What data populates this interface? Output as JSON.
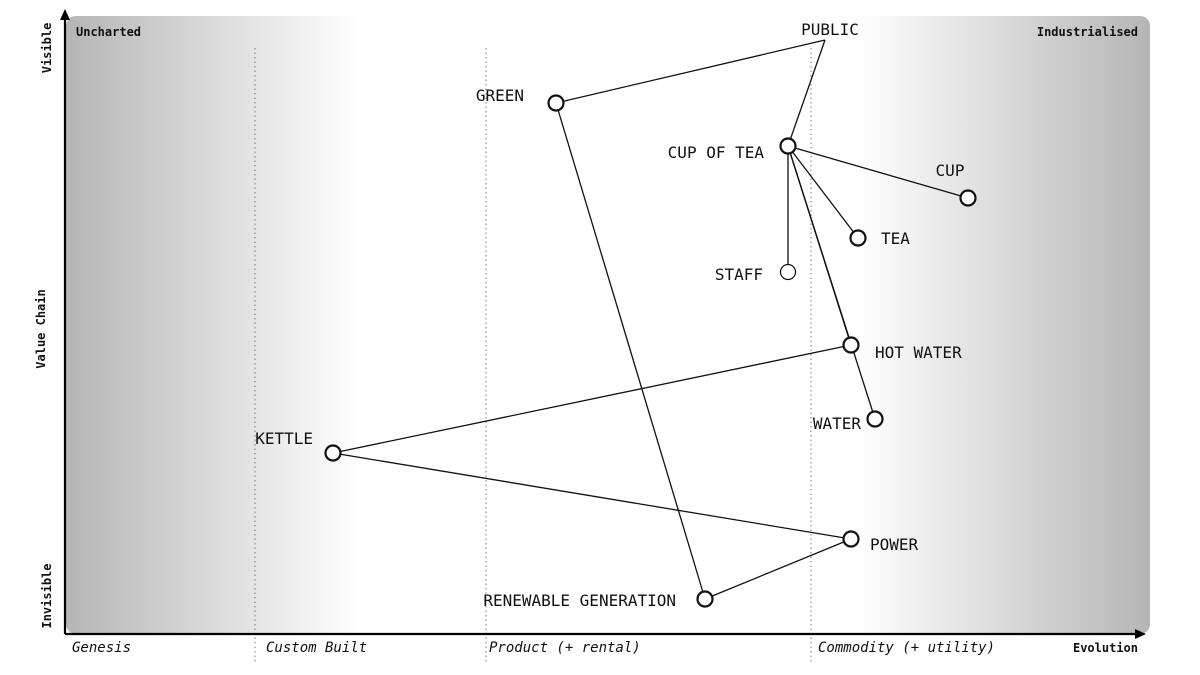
{
  "corners": {
    "top_left": "Uncharted",
    "top_right": "Industrialised"
  },
  "y_axis": {
    "label": "Value Chain",
    "top": "Visible",
    "bottom": "Invisible"
  },
  "x_axis": {
    "label": "Evolution",
    "stages": [
      "Genesis",
      "Custom Built",
      "Product (+ rental)",
      "Commodity (+ utility)"
    ]
  },
  "components": [
    {
      "id": "public",
      "label": "PUBLIC",
      "node": false
    },
    {
      "id": "green",
      "label": "GREEN",
      "node": true
    },
    {
      "id": "cup_of_tea",
      "label": "CUP OF TEA",
      "node": true
    },
    {
      "id": "cup",
      "label": "CUP",
      "node": true
    },
    {
      "id": "tea",
      "label": "TEA",
      "node": true
    },
    {
      "id": "staff",
      "label": "STAFF",
      "node": true,
      "style": "thin"
    },
    {
      "id": "hot_water",
      "label": "HOT WATER",
      "node": true
    },
    {
      "id": "water",
      "label": "WATER",
      "node": true
    },
    {
      "id": "kettle",
      "label": "KETTLE",
      "node": true
    },
    {
      "id": "power",
      "label": "POWER",
      "node": true
    },
    {
      "id": "renewable_generation",
      "label": "RENEWABLE GENERATION",
      "node": true
    }
  ],
  "links": [
    [
      "public",
      "green"
    ],
    [
      "public",
      "cup_of_tea"
    ],
    [
      "cup_of_tea",
      "cup"
    ],
    [
      "cup_of_tea",
      "tea"
    ],
    [
      "cup_of_tea",
      "staff"
    ],
    [
      "cup_of_tea",
      "hot_water"
    ],
    [
      "cup_of_tea",
      "water"
    ],
    [
      "hot_water",
      "kettle"
    ],
    [
      "kettle",
      "power"
    ],
    [
      "green",
      "renewable_generation"
    ],
    [
      "renewable_generation",
      "power"
    ]
  ]
}
